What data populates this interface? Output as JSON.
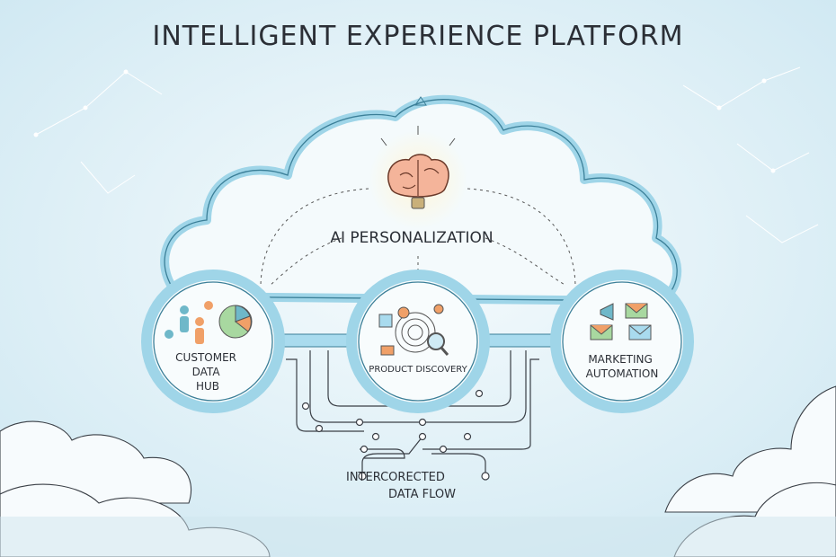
{
  "title": "INTELLIGENT EXPERIENCE PLATFORM",
  "core": {
    "label": "AI PERSONALIZATION",
    "icon": "brain-icon"
  },
  "nodes": [
    {
      "label_lines": [
        "CUSTOMER",
        "DATA",
        "HUB"
      ],
      "icon": "people-chart-icon"
    },
    {
      "label_lines": [
        "PRODUCT DISCOVERY"
      ],
      "icon": "magnifier-swirl-icon"
    },
    {
      "label_lines": [
        "MARKETING",
        "AUTOMATION"
      ],
      "icon": "envelope-megaphone-icon"
    }
  ],
  "flow": {
    "label_lines": [
      "INTERCORECTED",
      "DATA FLOW"
    ]
  },
  "colors": {
    "sky": "#dff0f6",
    "ring": "#8fcfe6",
    "ink": "#2b2f36",
    "orange": "#f0a068",
    "green": "#a8d8a0"
  }
}
